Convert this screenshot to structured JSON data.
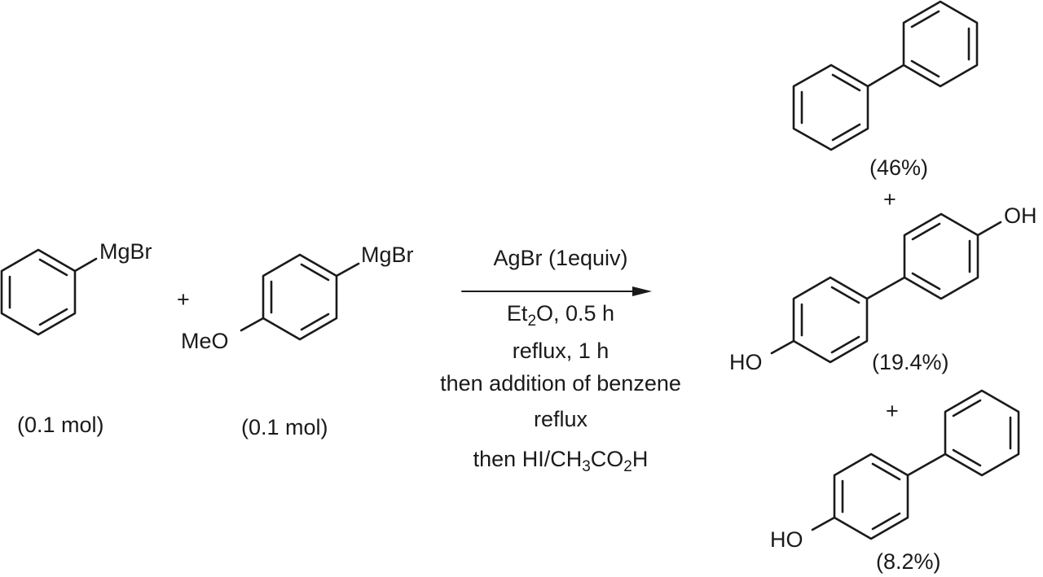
{
  "reactants": [
    {
      "name": "phenylmagnesium-bromide",
      "substituent": "MgBr",
      "amount": "(0.1 mol)"
    },
    {
      "name": "4-methoxyphenylmagnesium-bromide",
      "substituent": "MgBr",
      "group": "MeO",
      "amount": "(0.1 mol)"
    }
  ],
  "plus_sign": "+",
  "conditions": {
    "above": "AgBr (1equiv)",
    "line1_a": "Et",
    "line1_sub": "2",
    "line1_b": "O, 0.5 h",
    "line2": "reflux, 1 h",
    "line3": "then addition of benzene",
    "line4": "reflux",
    "line5_a": "then HI/CH",
    "line5_sub1": "3",
    "line5_b": "CO",
    "line5_sub2": "2",
    "line5_c": "H"
  },
  "products": [
    {
      "name": "biphenyl",
      "yield": "(46%)"
    },
    {
      "name": "4,4'-dihydroxybiphenyl",
      "group_top": "OH",
      "group_bottom": "HO",
      "yield": "(19.4%)"
    },
    {
      "name": "4-phenylphenol",
      "group": "HO",
      "yield": "(8.2%)"
    }
  ]
}
